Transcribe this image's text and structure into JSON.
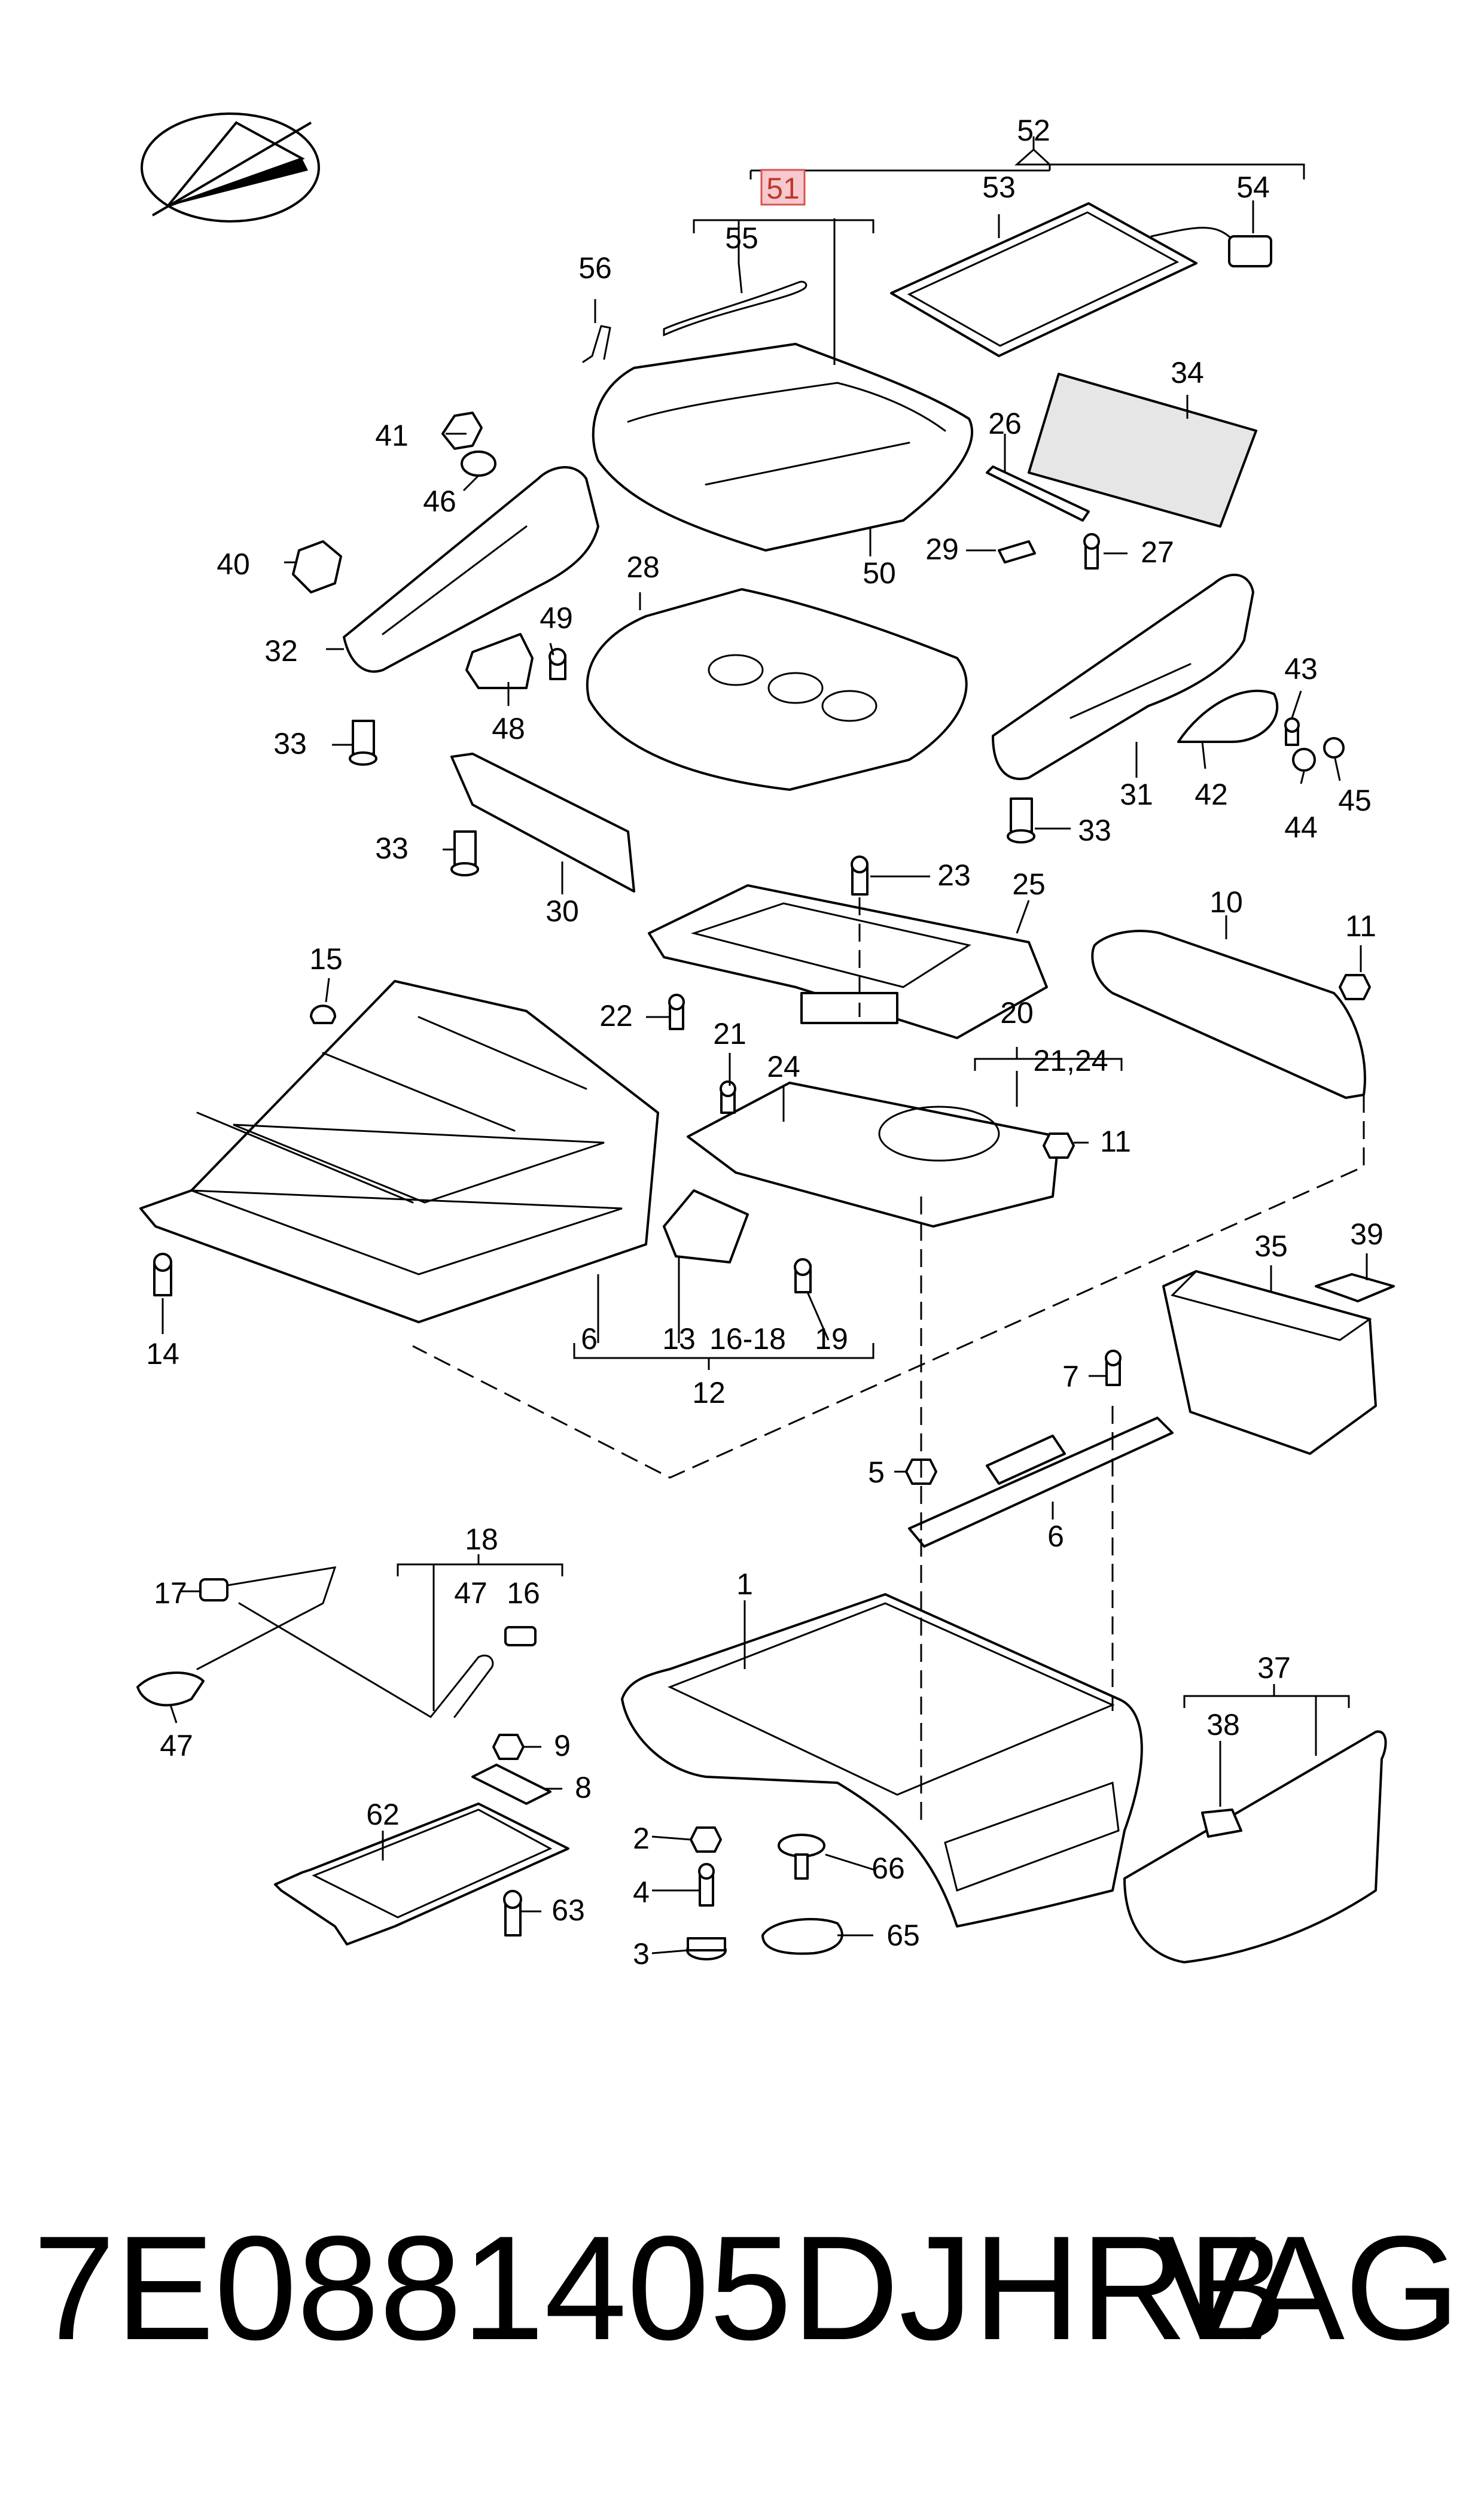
{
  "diagram": {
    "labels": {
      "l1": "1",
      "l2": "2",
      "l3": "3",
      "l4": "4",
      "l5": "5",
      "l6a": "6",
      "l6b": "6",
      "l7": "7",
      "l8": "8",
      "l9": "9",
      "l10": "10",
      "l11a": "11",
      "l11b": "11",
      "l12": "12",
      "l13": "13",
      "l14": "14",
      "l15": "15",
      "l16": "16",
      "l1618": "16-18",
      "l17": "17",
      "l18": "18",
      "l19": "19",
      "l20": "20",
      "l2124": "21,24",
      "l21": "21",
      "l22": "22",
      "l23": "23",
      "l24": "24",
      "l25": "25",
      "l26": "26",
      "l27": "27",
      "l28": "28",
      "l29": "29",
      "l30": "30",
      "l31": "31",
      "l32": "32",
      "l33a": "33",
      "l33b": "33",
      "l33c": "33",
      "l34": "34",
      "l35": "35",
      "l37": "37",
      "l38": "38",
      "l39": "39",
      "l40": "40",
      "l41": "41",
      "l42": "42",
      "l43": "43",
      "l44": "44",
      "l45": "45",
      "l46": "46",
      "l47a": "47",
      "l47b": "47",
      "l48": "48",
      "l49": "49",
      "l50": "50",
      "l51": "51",
      "l52": "52",
      "l53": "53",
      "l54": "54",
      "l55": "55",
      "l56": "56",
      "l62": "62",
      "l63": "63",
      "l65": "65",
      "l66": "66"
    }
  },
  "footer": {
    "part_number": "7E0881405DJHRB",
    "brand": "VAG"
  }
}
